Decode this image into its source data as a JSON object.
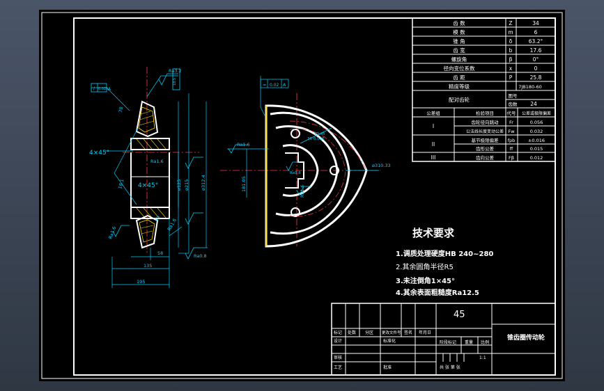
{
  "colors": {
    "frame": "#ffffff",
    "dimension": "#00d0ff",
    "center_line": "#ff3b3b",
    "hatch": "#ffd400",
    "bg": "#000000"
  },
  "params": {
    "rows": [
      {
        "name": "齿 数",
        "symbol": "Z",
        "value": "34"
      },
      {
        "name": "模 数",
        "symbol": "m",
        "value": "6"
      },
      {
        "name": "锥 角",
        "symbol": "δ",
        "value": "63.2°"
      },
      {
        "name": "齿 宽",
        "symbol": "b",
        "value": "17.6"
      },
      {
        "name": "螺旋角",
        "symbol": "β",
        "value": "0°"
      },
      {
        "name": "径向变位系数",
        "symbol": "x",
        "value": "0"
      },
      {
        "name": "齿 距",
        "symbol": "P",
        "value": "25.8"
      },
      {
        "name": "精度等级",
        "symbol": "",
        "value": "7JB180-60"
      }
    ],
    "pair_label": "配对齿轮",
    "pair_fig": "图号",
    "pair_teeth_label": "齿数",
    "pair_teeth": "24",
    "tol_headers": [
      "公差组",
      "检验项目",
      "代号",
      "公差或极限偏差"
    ],
    "tol_rows": [
      {
        "group": "I",
        "item": "齿轮径向跳动",
        "code": "Fr",
        "value": "0.056"
      },
      {
        "group": "",
        "item": "公法线长度变动公差",
        "code": "Fw",
        "value": "0.032"
      },
      {
        "group": "II",
        "item": "基节极限偏差",
        "code": "fpb",
        "value": "±0.016"
      },
      {
        "group": "",
        "item": "齿形公差",
        "code": "ff",
        "value": "0.015"
      },
      {
        "group": "III",
        "item": "齿向公差",
        "code": "Fβ",
        "value": "0.012"
      }
    ]
  },
  "tech": {
    "title": "技术要求",
    "items": [
      "1.调质处理硬度HB 240~280",
      "2.其余圆角半径R5",
      "3.未注倒角1×45°",
      "4.其余表面粗糙度Ra12.5"
    ]
  },
  "title_block": {
    "material": "45",
    "name": "锥齿圈传动轮",
    "row_labels": [
      "标记",
      "处数",
      "分区",
      "更改文件号",
      "签名",
      "年月日"
    ],
    "design": "设计",
    "standardize": "标准化",
    "stage": "阶段标记",
    "weight": "重量",
    "scale_label": "比例",
    "scale": "1:1",
    "review": "审核",
    "process": "工艺",
    "approve": "批准",
    "sheet_text": "共 张 第 张"
  },
  "left_view": {
    "rough": [
      "Ra3.2",
      "Ra1.6",
      "Ra1.6",
      "Ra1.6",
      "Ra0.8"
    ],
    "tol_frame": [
      "/",
      "0.025",
      "A"
    ],
    "chamfer_top": "4×45°",
    "chamfer_mid": "4×45°",
    "dims_vertical": [
      "ø125",
      "ø215",
      "ø312.4"
    ],
    "dims_horizontal": [
      "135",
      "195",
      "58"
    ],
    "small_dims": [
      "70",
      "18.1",
      "18.5",
      "40"
    ]
  },
  "right_view": {
    "tol_frame": [
      "=",
      "0.02",
      "A"
    ],
    "rough": [
      "Ra1.6",
      "Ra1.6",
      "Ra1.6"
    ],
    "dims": [
      "181.05",
      "ø310.33",
      "36-0.036",
      "50.45"
    ]
  }
}
